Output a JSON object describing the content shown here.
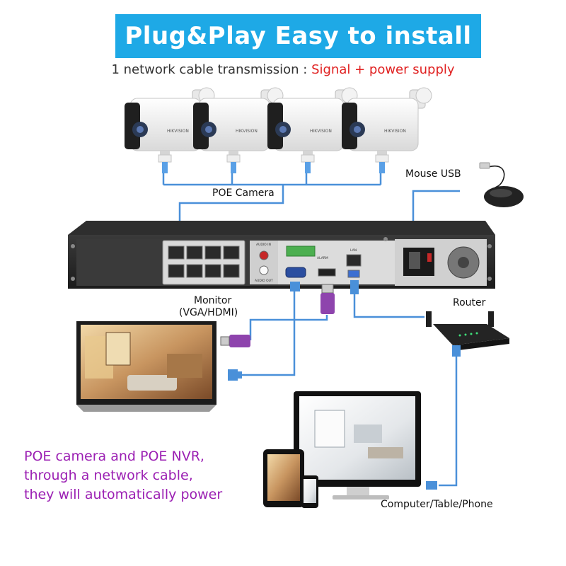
{
  "title": "Plug&Play Easy to install",
  "subtitle": {
    "prefix": "1 network cable transmission : ",
    "highlight": "Signal + power supply"
  },
  "labels": {
    "poe_camera": "POE Camera",
    "mouse_usb": "Mouse USB",
    "monitor_line1": "Monitor",
    "monitor_line2": "(VGA/HDMI)",
    "router": "Router",
    "computer": "Computer/Table/Phone"
  },
  "nvr_markings": {
    "audio_in": "AUDIO IN",
    "audio_out": "AUDIO OUT",
    "alarm": "ALARM",
    "lan": "LAN"
  },
  "camera_brand": "HIKVISION",
  "description": [
    "POE camera and POE NVR,",
    "through a network cable,",
    "they will automatically power"
  ],
  "colors": {
    "banner": "#1ea9e6",
    "highlight": "#e02020",
    "cable": "#4a90d9",
    "description": "#9b1fb3",
    "hdmi_plug": "#8e44ad"
  }
}
